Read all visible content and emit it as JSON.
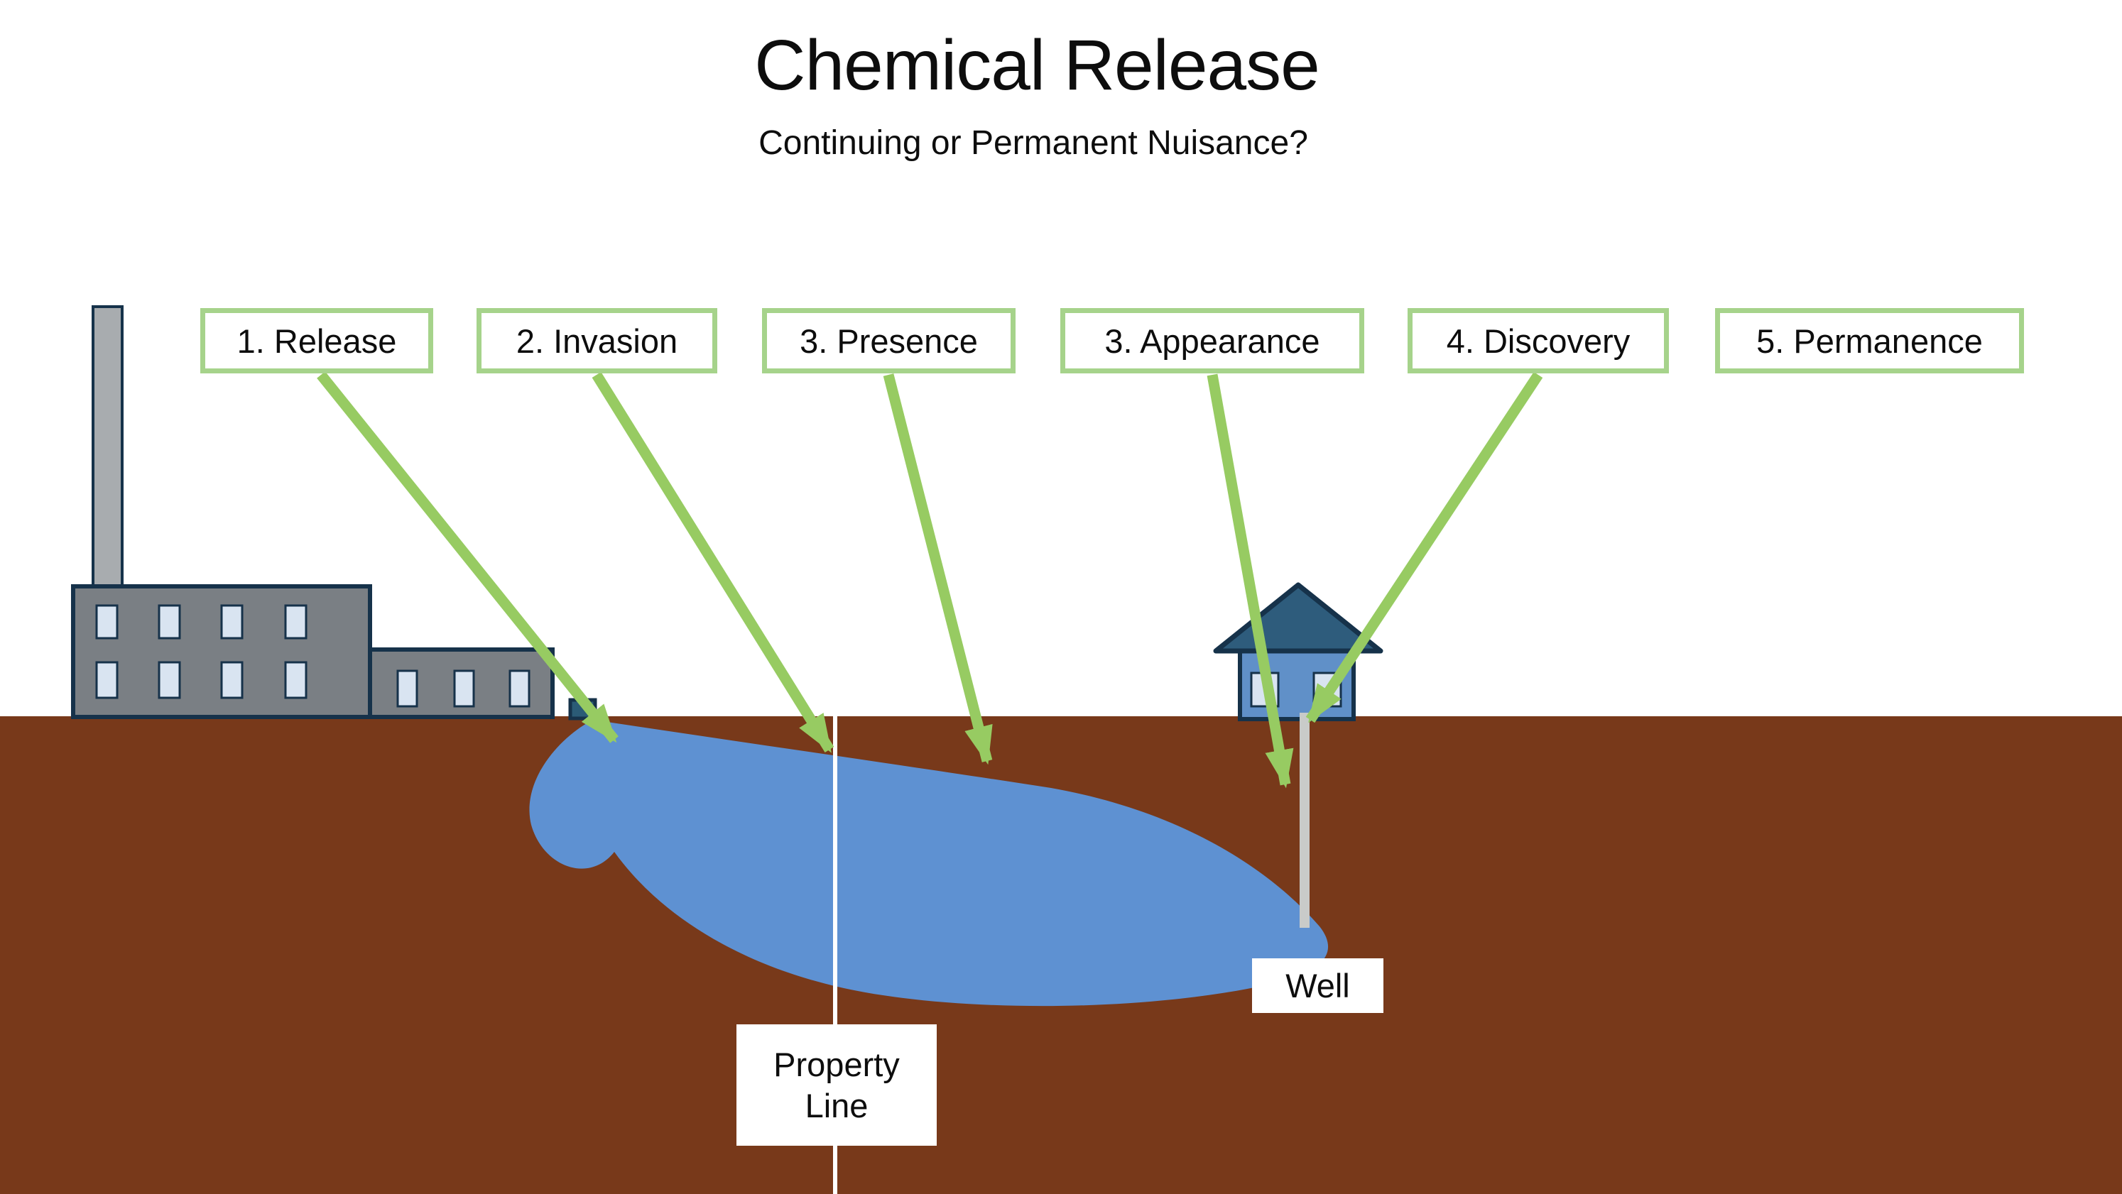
{
  "header": {
    "title": "Chemical Release",
    "subtitle": "Continuing or Permanent Nuisance?"
  },
  "stages": [
    {
      "label": "1. Release"
    },
    {
      "label": "2. Invasion"
    },
    {
      "label": "3. Presence"
    },
    {
      "label": "3. Appearance"
    },
    {
      "label": "4. Discovery"
    },
    {
      "label": "5. Permanence"
    }
  ],
  "scene_labels": {
    "well": "Well",
    "property_line": "Property Line"
  },
  "colors": {
    "ground": "#78391A",
    "plume": "#5E91D2",
    "arrow_green": "#97CB62",
    "box_border_green": "#A6D38B",
    "factory_gray": "#7A7F84",
    "chimney_gray": "#A8ACAF",
    "window_blue": "#D9E4F1",
    "outline_navy": "#16324A",
    "house_body_blue": "#6090C8",
    "roof_teal": "#2E5C7C",
    "outlet_teal": "#2B5B76",
    "pipe_gray": "#C9CBC9",
    "property_line_white": "#FFFFFF",
    "text_black": "#0D0D0D",
    "background_white": "#FFFFFF"
  }
}
